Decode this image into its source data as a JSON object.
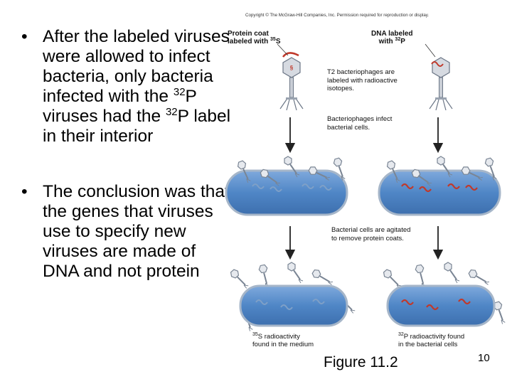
{
  "header": {
    "copyright": "Copyright © The McGraw-Hill Companies, Inc. Permission required for reproduction or display."
  },
  "bullets": [
    {
      "symbol": "•",
      "part1": "After the labeled viruses were allowed to infect bacteria, only bacteria infected with the ",
      "sup1": "32",
      "part2": "P viruses had the ",
      "sup2": "32",
      "part3": "P label in their interior"
    },
    {
      "symbol": "•",
      "text": "The conclusion was that the genes that viruses use to specify new viruses are made of DNA and not protein"
    }
  ],
  "figure": {
    "left_label": {
      "line1": "Protein coat",
      "line2a": "labeled with ",
      "sup": "35",
      "line2b": "S"
    },
    "right_label": {
      "line1": "DNA labeled",
      "line2a": "with ",
      "sup": "32",
      "line2b": "P"
    },
    "step1": "T2 bacteriophages are labeled with radioactive isotopes.",
    "step2": "Bacteriophages infect bacterial cells.",
    "step3": "Bacterial cells are agitated to remove protein coats.",
    "result_left": {
      "sup": "35",
      "text_a": "S radioactivity",
      "text_b": "found in the medium"
    },
    "result_right": {
      "sup": "32",
      "text_a": "P radioactivity found",
      "text_b": "in the bacterial cells"
    },
    "title": "Figure 11.2",
    "colors": {
      "cell_fill": "#4f86c6",
      "cell_border": "#9db0c6",
      "phage_head": "#c9ced6",
      "label_red": "#c0392b"
    }
  },
  "page_number": "10"
}
